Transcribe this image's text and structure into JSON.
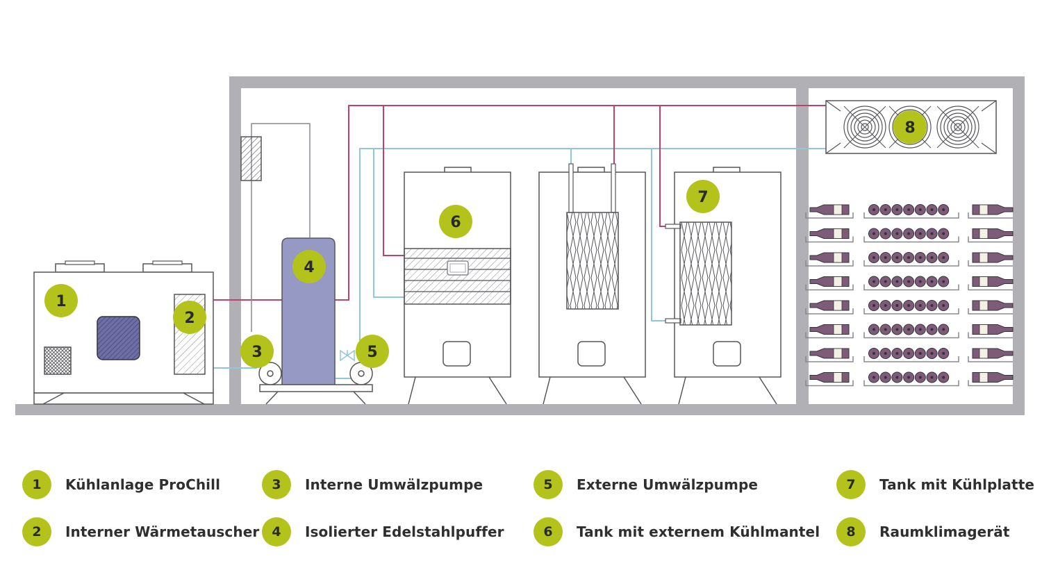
{
  "colors": {
    "wall": "#b1b0b5",
    "badge": "#b4c31b",
    "pipe_hot": "#c0426a",
    "pipe_cold": "#8fc6db",
    "buffer": "#9699c4",
    "heat_exchanger": "#6e6ea6",
    "wine_bottle": "#7e5b79",
    "outline": "#555559"
  },
  "badges": [
    "1",
    "2",
    "3",
    "4",
    "5",
    "6",
    "7",
    "8"
  ],
  "legend": [
    {
      "num": "1",
      "label": "Kühlanlage ProChill"
    },
    {
      "num": "2",
      "label": "Interner Wärmetauscher"
    },
    {
      "num": "3",
      "label": "Interne Umwälzpumpe"
    },
    {
      "num": "4",
      "label": "Isolierter Edelstahlpuffer"
    },
    {
      "num": "5",
      "label": "Externe Umwälzpumpe"
    },
    {
      "num": "6",
      "label": "Tank mit externem Kühlmantel"
    },
    {
      "num": "7",
      "label": "Tank mit Kühlplatte"
    },
    {
      "num": "8",
      "label": "Raumklimagerät"
    }
  ]
}
